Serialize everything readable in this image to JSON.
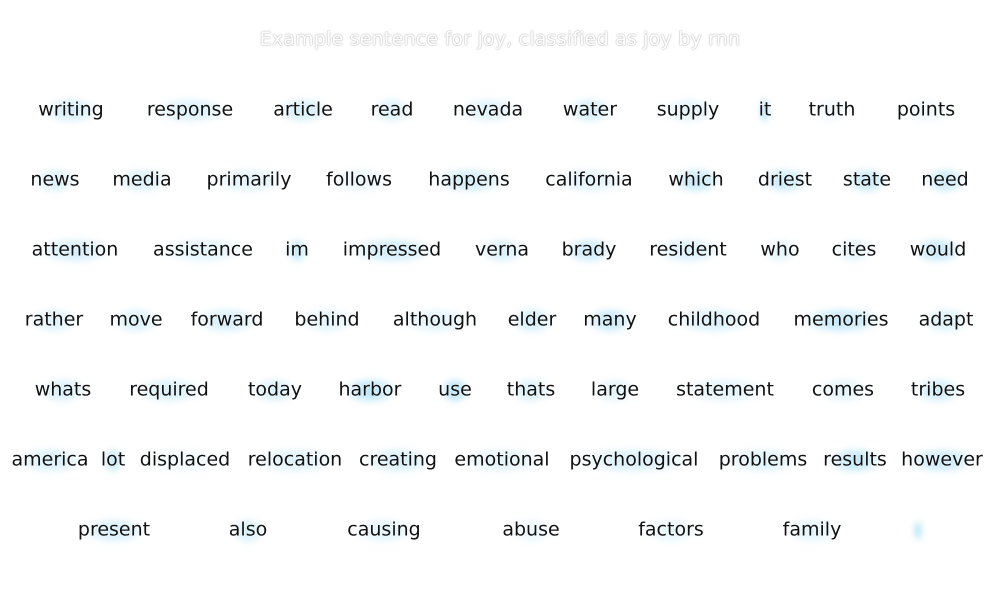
{
  "title": "Example sentence for joy, classified as joy by rnn",
  "highlight_color": "#33b5f0",
  "rows": [
    [
      {
        "text": "writing",
        "w": 0.45
      },
      {
        "text": "response",
        "w": 0.4
      },
      {
        "text": "article",
        "w": 0.45
      },
      {
        "text": "read",
        "w": 0.4
      },
      {
        "text": "nevada",
        "w": 0.35
      },
      {
        "text": "water",
        "w": 0.45
      },
      {
        "text": "supply",
        "w": 0.3
      },
      {
        "text": "it",
        "w": 0.8
      },
      {
        "text": "truth",
        "w": 0.15
      },
      {
        "text": "points",
        "w": 0.15
      }
    ],
    [
      {
        "text": "news",
        "w": 0.4
      },
      {
        "text": "media",
        "w": 0.4
      },
      {
        "text": "primarily",
        "w": 0.3
      },
      {
        "text": "follows",
        "w": 0.25
      },
      {
        "text": "happens",
        "w": 0.5
      },
      {
        "text": "california",
        "w": 0.3
      },
      {
        "text": "which",
        "w": 0.6
      },
      {
        "text": "driest",
        "w": 0.55
      },
      {
        "text": "state",
        "w": 0.6
      },
      {
        "text": "need",
        "w": 0.6
      }
    ],
    [
      {
        "text": "attention",
        "w": 0.45
      },
      {
        "text": "assistance",
        "w": 0.3
      },
      {
        "text": "im",
        "w": 0.6
      },
      {
        "text": "impressed",
        "w": 0.5
      },
      {
        "text": "verna",
        "w": 0.4
      },
      {
        "text": "brady",
        "w": 0.55
      },
      {
        "text": "resident",
        "w": 0.4
      },
      {
        "text": "who",
        "w": 0.3
      },
      {
        "text": "cites",
        "w": 0.3
      },
      {
        "text": "would",
        "w": 0.6
      }
    ],
    [
      {
        "text": "rather",
        "w": 0.35
      },
      {
        "text": "move",
        "w": 0.4
      },
      {
        "text": "forward",
        "w": 0.45
      },
      {
        "text": "behind",
        "w": 0.3
      },
      {
        "text": "although",
        "w": 0.3
      },
      {
        "text": "elder",
        "w": 0.5
      },
      {
        "text": "many",
        "w": 0.6
      },
      {
        "text": "childhood",
        "w": 0.4
      },
      {
        "text": "memories",
        "w": 0.6
      },
      {
        "text": "adapt",
        "w": 0.4
      }
    ],
    [
      {
        "text": "whats",
        "w": 0.4
      },
      {
        "text": "required",
        "w": 0.4
      },
      {
        "text": "today",
        "w": 0.4
      },
      {
        "text": "harbor",
        "w": 0.7
      },
      {
        "text": "use",
        "w": 0.75
      },
      {
        "text": "thats",
        "w": 0.4
      },
      {
        "text": "large",
        "w": 0.3
      },
      {
        "text": "statement",
        "w": 0.3
      },
      {
        "text": "comes",
        "w": 0.3
      },
      {
        "text": "tribes",
        "w": 0.5
      }
    ],
    [
      {
        "text": "america",
        "w": 0.4
      },
      {
        "text": "lot",
        "w": 0.6
      },
      {
        "text": "displaced",
        "w": 0.15
      },
      {
        "text": "relocation",
        "w": 0.35
      },
      {
        "text": "creating",
        "w": 0.45
      },
      {
        "text": "emotional",
        "w": 0.3
      },
      {
        "text": "psychological",
        "w": 0.4
      },
      {
        "text": "problems",
        "w": 0.35
      },
      {
        "text": "results",
        "w": 0.65
      },
      {
        "text": "however",
        "w": 0.55
      }
    ],
    [
      {
        "text": "present",
        "w": 0.45
      },
      {
        "text": "also",
        "w": 0.45
      },
      {
        "text": "causing",
        "w": 0.3
      },
      {
        "text": "abuse",
        "w": 0.2
      },
      {
        "text": "factors",
        "w": 0.25
      },
      {
        "text": "family",
        "w": 0.3
      },
      {
        "text": "",
        "w": 0.7
      }
    ]
  ]
}
